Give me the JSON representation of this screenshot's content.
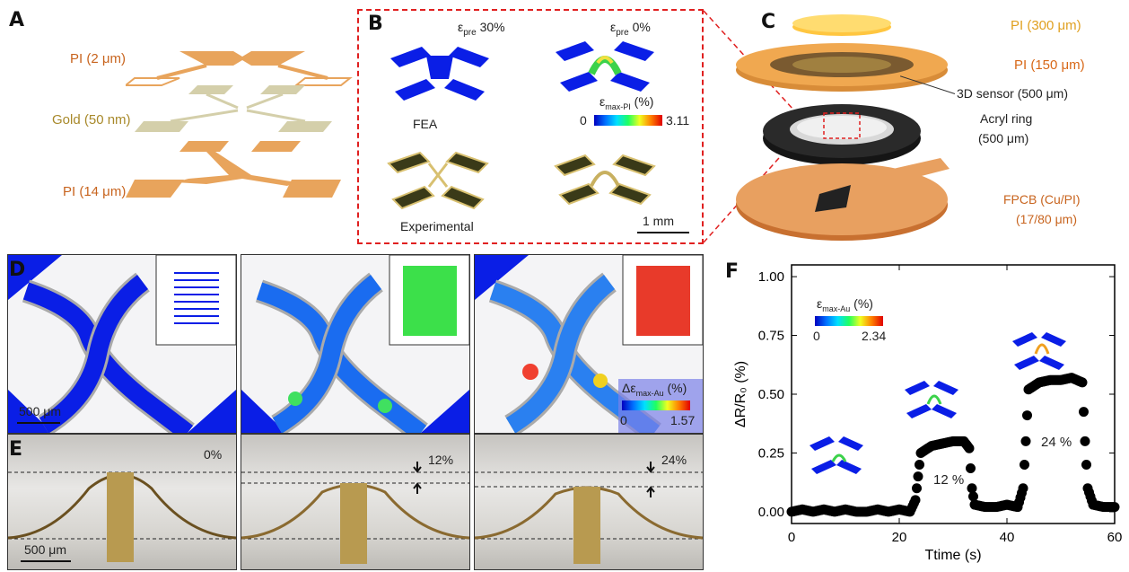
{
  "panels": {
    "a": {
      "label": "A",
      "layers": [
        "PI (2 μm)",
        "Gold (50 nm)",
        "PI (14 μm)"
      ]
    },
    "b": {
      "label": "B",
      "eps_pre_30": "ε",
      "eps_pre_30_sub": "pre",
      "eps_pre_30_val": " 30%",
      "eps_pre_0": "ε",
      "eps_pre_0_sub": "pre",
      "eps_pre_0_val": " 0%",
      "colorbar_title": "ε",
      "colorbar_sub": "max-PI",
      "colorbar_unit": " (%)",
      "colorbar_min": "0",
      "colorbar_max": "3.11",
      "fea_label": "FEA",
      "exp_label": "Experimental",
      "scale": "1 mm"
    },
    "c": {
      "label": "C",
      "layers": [
        "PI (300 μm)",
        "PI (150 μm)",
        "3D sensor (500 μm)",
        "Acryl ring",
        "(500 μm)",
        "FPCB (Cu/PI)",
        "(17/80 μm)"
      ]
    },
    "d": {
      "label": "D",
      "scale": "500 μm",
      "colorbar_title": "Δε",
      "colorbar_sub": "max-Au",
      "colorbar_unit": " (%)",
      "colorbar_min": "0",
      "colorbar_max": "1.57"
    },
    "e": {
      "label": "E",
      "scale": "500 μm",
      "strains": [
        "0%",
        "12%",
        "24%"
      ]
    },
    "f": {
      "label": "F",
      "colorbar_title": "ε",
      "colorbar_sub": "max-Au",
      "colorbar_unit": " (%)",
      "colorbar_min": "0",
      "colorbar_max": "2.34",
      "annotations": [
        "12 %",
        "24 %"
      ]
    }
  },
  "colors": {
    "pi": "#e8a45c",
    "gold": "#cfc9a0",
    "fea_blue": "#0a1ee6",
    "frame_red": "#e02020",
    "marker": "#000000"
  },
  "chart_data": {
    "type": "scatter",
    "xlabel": "Ttime (s)",
    "ylabel": "ΔR/R₀ (%)",
    "xlim": [
      0,
      60
    ],
    "ylim": [
      -0.05,
      1.05
    ],
    "xticks": [
      "0",
      "20",
      "40",
      "60"
    ],
    "yticks": [
      "0.00",
      "0.25",
      "0.50",
      "0.75",
      "1.00"
    ],
    "series": [
      {
        "x": [
          0,
          2,
          4,
          6,
          8,
          10,
          12,
          14,
          16,
          18,
          20,
          22,
          23,
          23.5,
          24,
          26,
          28,
          30,
          32,
          33,
          33.5,
          34,
          36,
          38,
          40,
          42,
          43,
          43.5,
          44,
          46,
          48,
          50,
          52,
          54,
          54.5,
          55,
          56,
          58,
          60
        ],
        "values": [
          0.0,
          0.01,
          0.0,
          0.01,
          0.0,
          0.01,
          0.0,
          0.0,
          0.01,
          0.0,
          0.01,
          0.0,
          0.05,
          0.15,
          0.25,
          0.28,
          0.29,
          0.3,
          0.3,
          0.27,
          0.1,
          0.03,
          0.02,
          0.02,
          0.03,
          0.02,
          0.1,
          0.3,
          0.52,
          0.55,
          0.56,
          0.56,
          0.57,
          0.55,
          0.3,
          0.1,
          0.03,
          0.02,
          0.02
        ]
      }
    ]
  }
}
